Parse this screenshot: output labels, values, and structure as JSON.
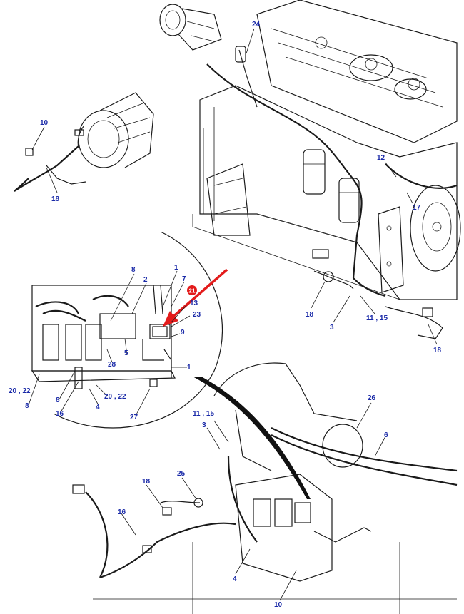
{
  "diagram": {
    "accent_color": "#e31b1b",
    "callout_color": "#1a2aa8",
    "highlight_badge": "21",
    "callouts": {
      "c24": "24",
      "c10_top": "10",
      "c18_top": "18",
      "c12": "12",
      "c17": "17",
      "c18_mid": "18",
      "c3_mid": "3",
      "c11_15_mid": "11 , 15",
      "c18_right": "18",
      "c8_inset": "8",
      "c2_inset": "2",
      "c1_inset_top": "1",
      "c7_inset": "7",
      "c13_inset": "13",
      "c23_inset": "23",
      "c9_inset": "9",
      "c5_inset": "5",
      "c28_inset": "28",
      "c1_inset_bottom": "1",
      "c20_22_left": "20 , 22",
      "c8_left": "8",
      "c8_inner": "8",
      "c16_inset": "16",
      "c4_inset": "4",
      "c20_22_inset": "20 , 22",
      "c27_inset": "27",
      "c26": "26",
      "c6": "6",
      "c11_15_bottom": "11 , 15",
      "c3_bottom": "3",
      "c25": "25",
      "c18_bottom": "18",
      "c16_bottom": "16",
      "c4_bottom": "4",
      "c10_bottom": "10"
    }
  }
}
